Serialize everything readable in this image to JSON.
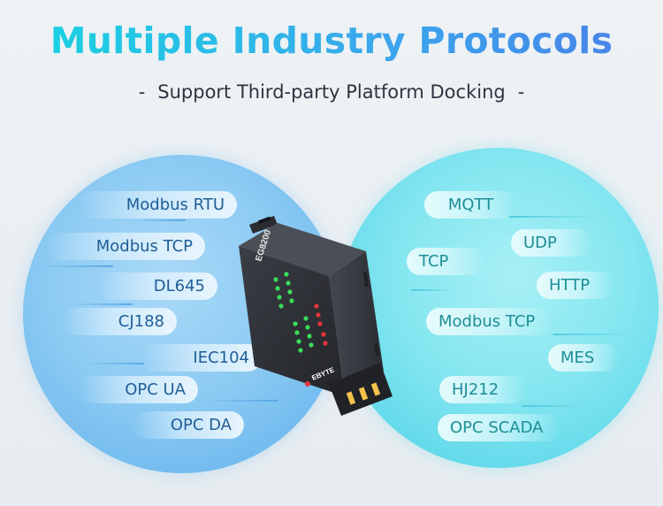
{
  "header": {
    "title": "Multiple Industry Protocols",
    "subtitle": "Support Third-party Platform Docking",
    "dash": "-"
  },
  "left_protocols": [
    "Modbus RTU",
    "Modbus TCP",
    "DL645",
    "CJ188",
    "IEC104",
    "OPC UA",
    "OPC DA"
  ],
  "right_protocols": [
    "MQTT",
    "UDP",
    "TCP",
    "HTTP",
    "Modbus TCP",
    "MES",
    "HJ212",
    "OPC SCADA"
  ],
  "device": {
    "model": "EG8200",
    "brand": "EBYTE"
  },
  "colors": {
    "title_gradient": [
      "#16d6e0",
      "#4a7ee8"
    ],
    "left_circle": "#8dcbf3",
    "right_circle": "#84e6f0",
    "left_text": "#1f5e96",
    "right_text": "#1d8e97",
    "led_green": "#3ddc5a",
    "led_red": "#e8343a"
  }
}
